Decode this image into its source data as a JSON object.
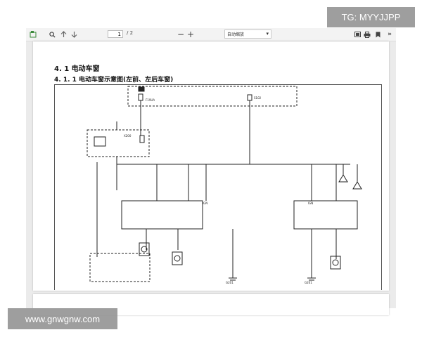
{
  "toolbar": {
    "page_current": "1",
    "page_total": "/ 2",
    "zoom_label": "自动缩放",
    "icons": [
      "sidebar-toggle-icon",
      "search-icon",
      "arrow-up-icon",
      "arrow-down-icon",
      "zoom-out-icon",
      "zoom-in-icon",
      "presentation-icon",
      "print-icon",
      "bookmark-icon",
      "more-tools-icon"
    ]
  },
  "document": {
    "heading": "4. 1 电动车窗",
    "subheading": "4. 1. 1 电动车窗示意图(左前、左后车窗)"
  },
  "watermarks": {
    "top_right": "TG: MYYJJPP",
    "bottom_left": "www.gnwgnw.com"
  }
}
